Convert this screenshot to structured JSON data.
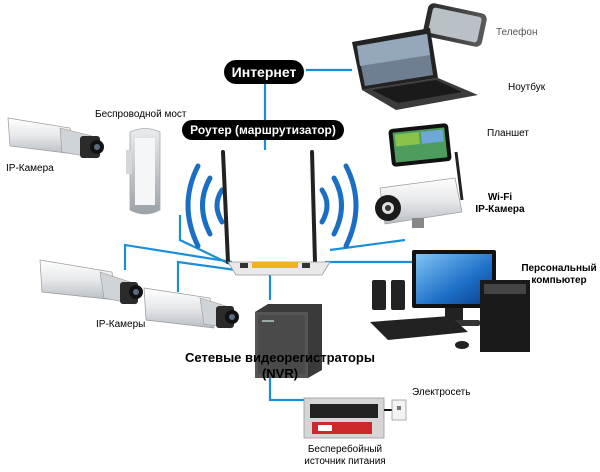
{
  "labels": {
    "internet": "Интернет",
    "router": "Роутер (маршрутизатор)",
    "phone": "Телефон",
    "laptop": "Ноутбук",
    "wireless_bridge": "Беспроводной мост",
    "ip_camera": "IP-Камера",
    "tablet": "Планшет",
    "wifi_camera_line1": "Wi-Fi",
    "wifi_camera_line2": "IP-Камера",
    "pc_line1": "Персональный",
    "pc_line2": "компьютер",
    "ip_cameras": "IP-Камеры",
    "nvr_line1": "Сетевые видеорегистраторы",
    "nvr_line2": "(NVR)",
    "power_grid": "Электросеть",
    "ups_line1": "Бесперебойный",
    "ups_line2": "источник питания"
  },
  "colors": {
    "link_line": "#1a8fd6",
    "wifi_wave": "#1a6fc4",
    "pill_bg": "#000000",
    "router_ports": "#f2b11e"
  }
}
